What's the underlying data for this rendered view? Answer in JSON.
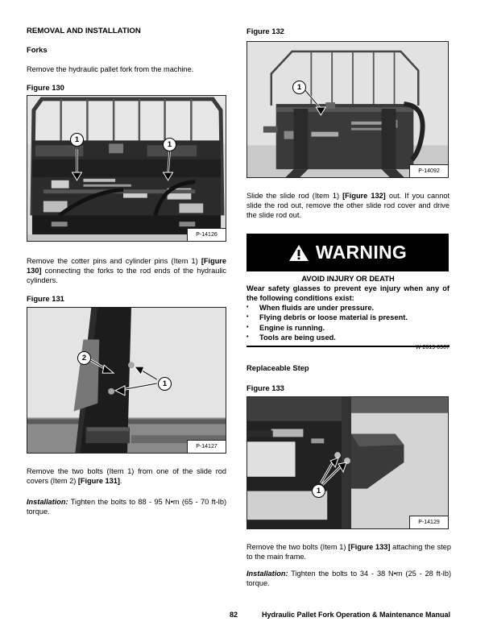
{
  "left_column": {
    "section_title": "REMOVAL AND INSTALLATION",
    "subsection_title": "Forks",
    "intro_text": "Remove the hydraulic pallet fork from the machine.",
    "figure_130": {
      "label": "Figure 130",
      "photo_code": "P-14126",
      "callouts": [
        "1",
        "1"
      ]
    },
    "para_cotter": {
      "text_1": "Remove the cotter pins and cylinder pins (Item 1) ",
      "ref": "[Figure 130]",
      "text_2": " connecting the forks to the rod ends of the hydraulic cylinders."
    },
    "figure_131": {
      "label": "Figure 131",
      "photo_code": "P-14127",
      "callouts": [
        "2",
        "1"
      ]
    },
    "para_bolts": {
      "text_1": "Remove the two bolts (Item 1) from one of the slide rod covers (Item 2) ",
      "ref": "[Figure 131]",
      "text_2": "."
    },
    "installation_1": {
      "label": "Installation:",
      "text": " Tighten the bolts to 88 - 95 N•m (65 - 70 ft-lb) torque."
    }
  },
  "right_column": {
    "figure_132": {
      "label": "Figure 132",
      "photo_code": "P-14092",
      "callouts": [
        "1"
      ]
    },
    "para_slide": {
      "text_1": "Slide the slide rod (Item 1) ",
      "ref": "[Figure 132]",
      "text_2": " out. If you cannot slide the rod out, remove the other slide rod cover and drive the slide rod out."
    },
    "warning": {
      "icon": "warning-triangle-icon",
      "title": "WARNING",
      "headline": "AVOID INJURY OR DEATH",
      "lead": "Wear safety glasses to prevent eye injury when any of the following conditions exist:",
      "items": [
        "When fluids are under pressure.",
        "Flying debris or loose material is present.",
        "Engine is running.",
        "Tools are being used."
      ],
      "code": "W-2019-0907"
    },
    "subsection_title": "Replaceable Step",
    "figure_133": {
      "label": "Figure 133",
      "photo_code": "P-14129",
      "callouts": [
        "1"
      ]
    },
    "para_step": {
      "text_1": "Remove the two bolts (Item 1) ",
      "ref": "[Figure 133]",
      "text_2": " attaching the step to the main frame."
    },
    "installation_2": {
      "label": "Installation:",
      "text": " Tighten the bolts to 34 - 38 N•m (25 - 28 ft-lb) torque."
    }
  },
  "footer": {
    "page_number": "82",
    "manual_title": "Hydraulic Pallet Fork Operation & Maintenance Manual"
  }
}
